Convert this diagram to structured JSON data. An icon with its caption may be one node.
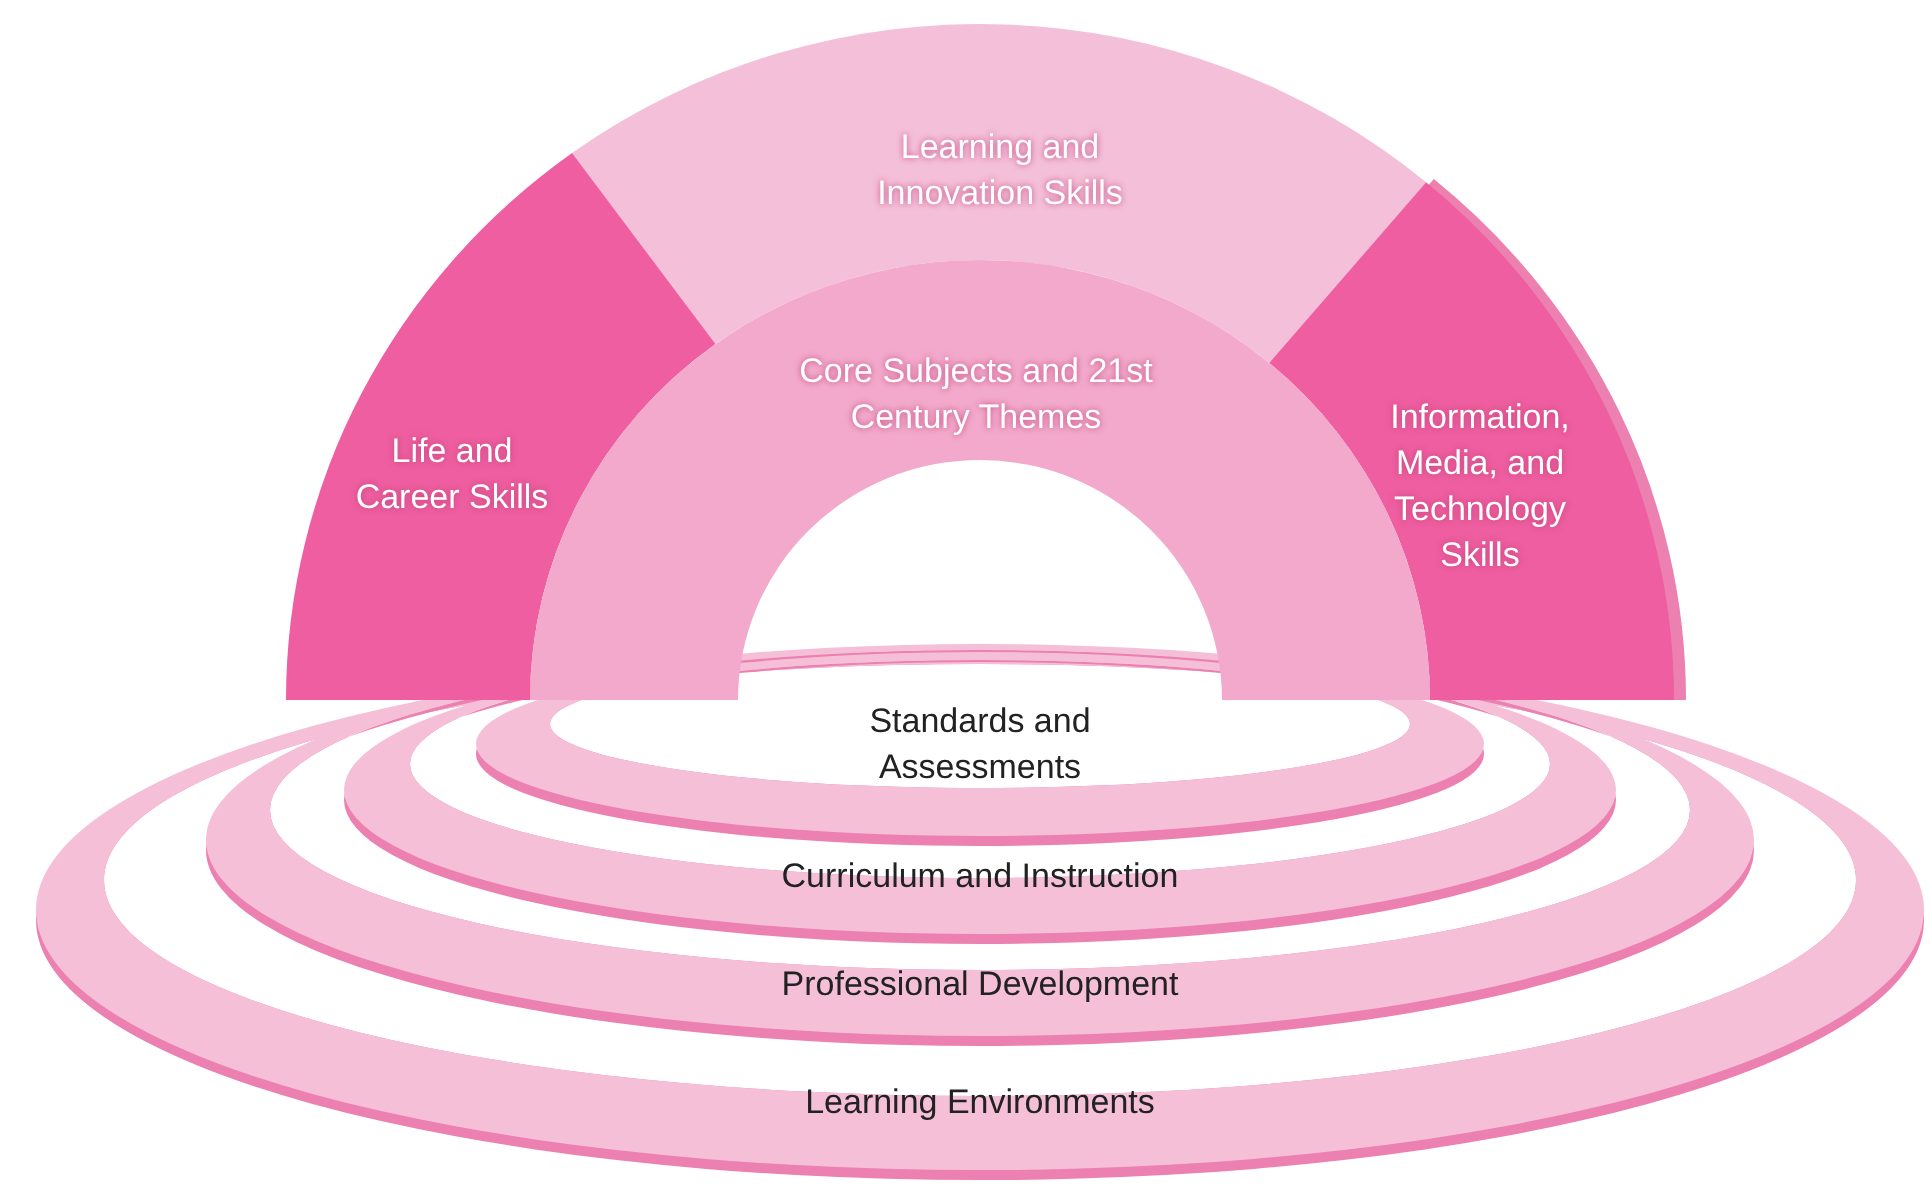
{
  "diagram": {
    "nodes": [
      {
        "text": [
          "Learning Environments"
        ]
      },
      {
        "text": [
          "Professional Development"
        ],
        "in": 0
      },
      {
        "text": [
          "Curriculum and Instruction"
        ],
        "in": 1
      },
      {
        "text": [
          "Standards and Assessments"
        ],
        "in": 2
      },
      {
        "text": [
          "Learning and Innovation Skills"
        ]
      },
      {
        "text": [
          "Life and Career Skills"
        ]
      },
      {
        "text": [
          "Information, Media, and Technology Skills"
        ]
      },
      {
        "text": [
          "Core Subjects and 21st Century Themes"
        ]
      }
    ]
  }
}
